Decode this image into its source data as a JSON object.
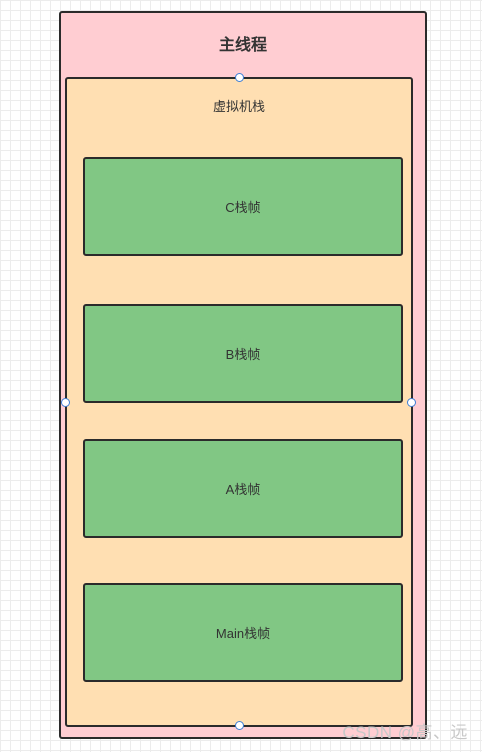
{
  "main_thread": {
    "label": "主线程"
  },
  "vm_stack": {
    "label": "虚拟机栈"
  },
  "frames": [
    {
      "label": "C栈帧"
    },
    {
      "label": "B栈帧"
    },
    {
      "label": "A栈帧"
    },
    {
      "label": "Main栈帧"
    }
  ],
  "watermark": "CSDN @高、远"
}
